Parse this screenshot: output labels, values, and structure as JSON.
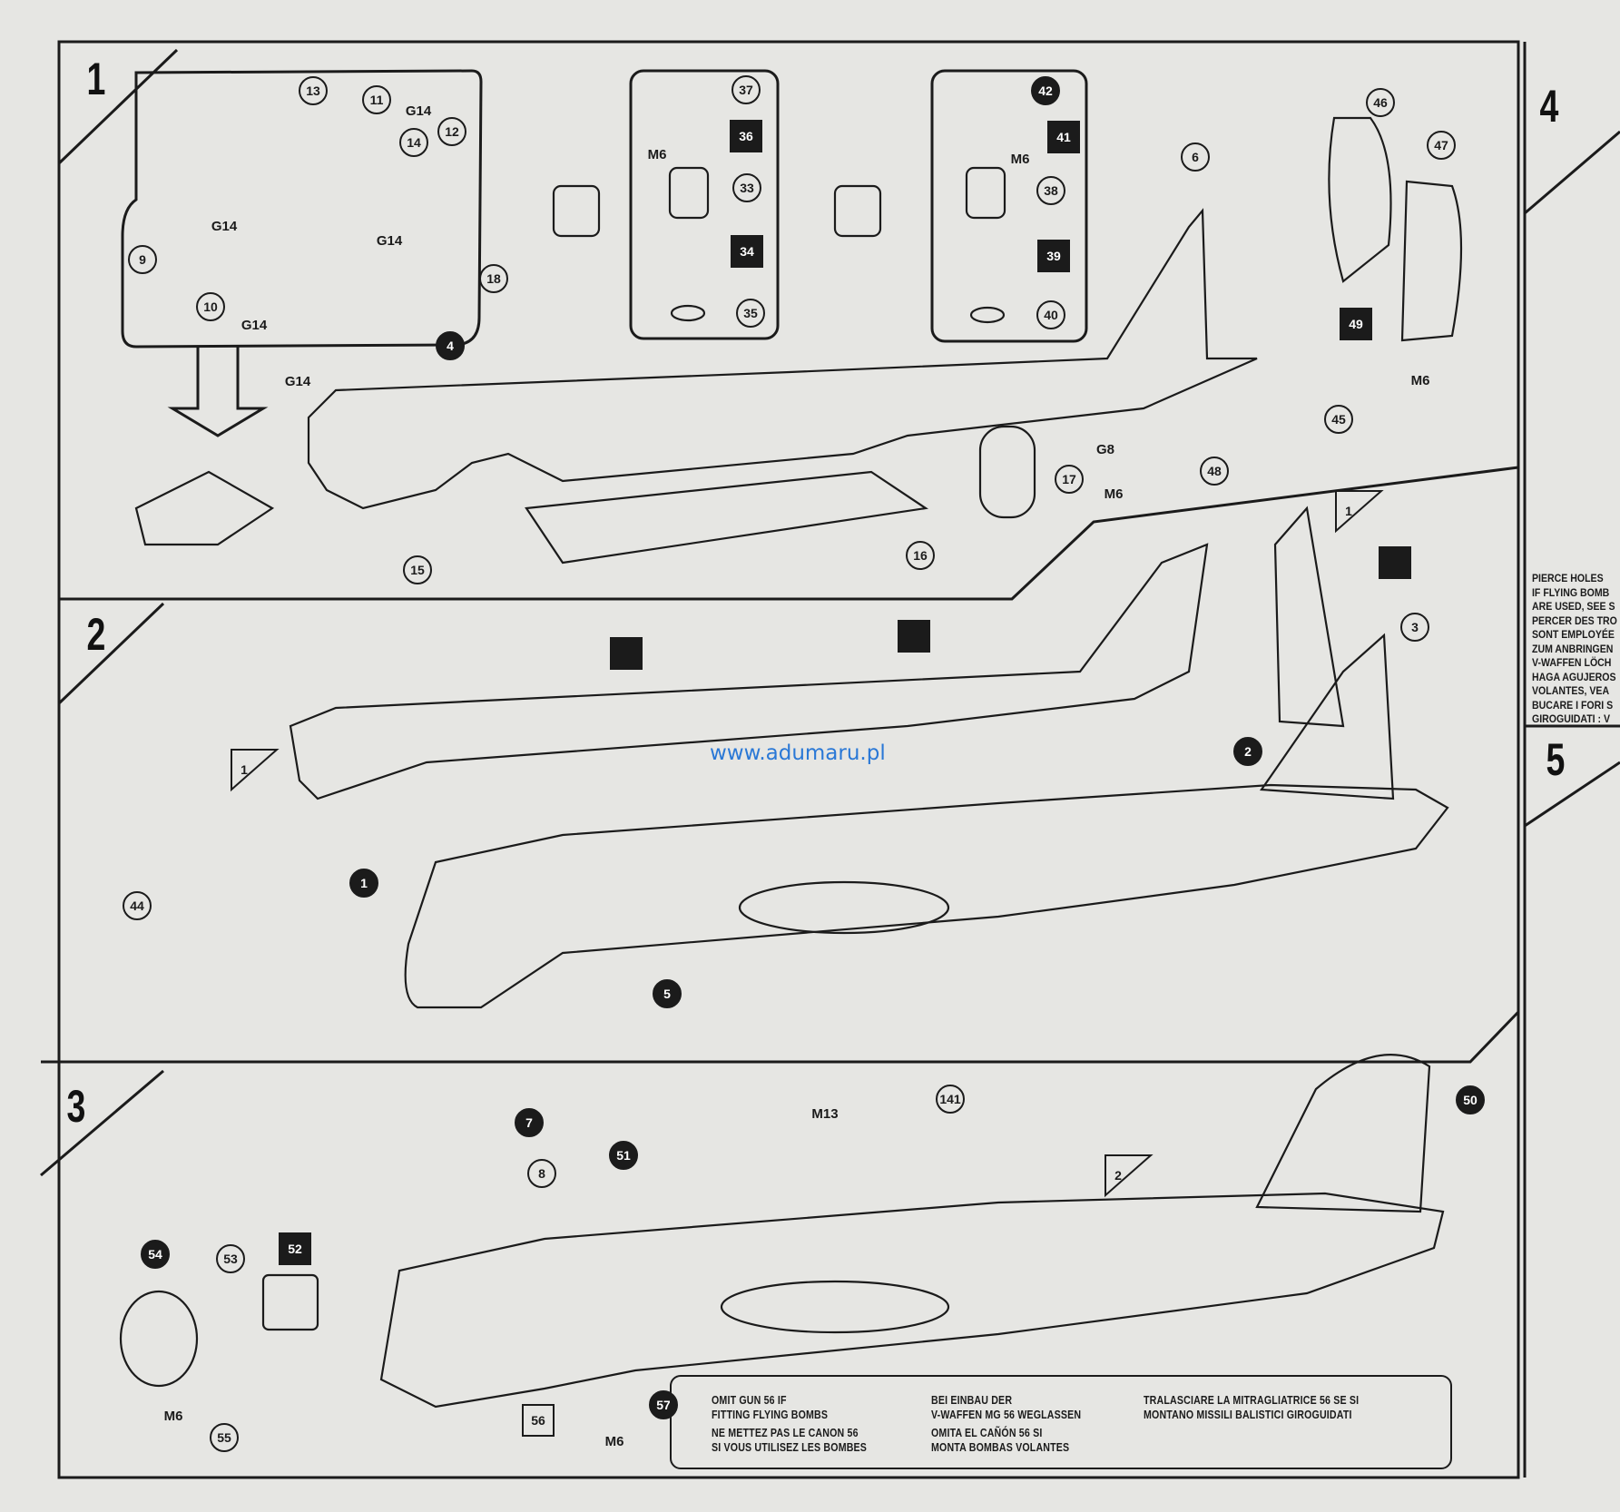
{
  "steps": [
    "1",
    "2",
    "3",
    "4",
    "5"
  ],
  "watermark": "www.adumaru.pl",
  "part_labels": [
    {
      "text": "13",
      "style": "circle"
    },
    {
      "text": "11",
      "style": "circle"
    },
    {
      "text": "G14",
      "style": "code"
    },
    {
      "text": "14",
      "style": "circle"
    },
    {
      "text": "12",
      "style": "circle"
    },
    {
      "text": "G14",
      "style": "code"
    },
    {
      "text": "9",
      "style": "circle"
    },
    {
      "text": "G14",
      "style": "code"
    },
    {
      "text": "10",
      "style": "circle"
    },
    {
      "text": "G14",
      "style": "code"
    },
    {
      "text": "18",
      "style": "circle"
    },
    {
      "text": "4",
      "style": "filled-circle"
    },
    {
      "text": "G14",
      "style": "code"
    },
    {
      "text": "37",
      "style": "circle"
    },
    {
      "text": "36",
      "style": "filled-square"
    },
    {
      "text": "M6",
      "style": "code"
    },
    {
      "text": "33",
      "style": "circle"
    },
    {
      "text": "34",
      "style": "filled-square"
    },
    {
      "text": "35",
      "style": "circle"
    },
    {
      "text": "42",
      "style": "filled-circle"
    },
    {
      "text": "41",
      "style": "filled-square"
    },
    {
      "text": "M6",
      "style": "code"
    },
    {
      "text": "38",
      "style": "circle"
    },
    {
      "text": "39",
      "style": "filled-square"
    },
    {
      "text": "40",
      "style": "circle"
    },
    {
      "text": "6",
      "style": "circle"
    },
    {
      "text": "46",
      "style": "circle"
    },
    {
      "text": "47",
      "style": "circle"
    },
    {
      "text": "49",
      "style": "filled-square"
    },
    {
      "text": "M6",
      "style": "code"
    },
    {
      "text": "45",
      "style": "circle"
    },
    {
      "text": "G8",
      "style": "code"
    },
    {
      "text": "48",
      "style": "circle"
    },
    {
      "text": "M6",
      "style": "code"
    },
    {
      "text": "17",
      "style": "circle"
    },
    {
      "text": "16",
      "style": "circle"
    },
    {
      "text": "15",
      "style": "circle"
    },
    {
      "text": "1",
      "style": "triangle"
    },
    {
      "text": "",
      "style": "filled-square"
    },
    {
      "text": "",
      "style": "filled-square"
    },
    {
      "text": "",
      "style": "filled-square"
    },
    {
      "text": "3",
      "style": "circle"
    },
    {
      "text": "2",
      "style": "filled-circle"
    },
    {
      "text": "1",
      "style": "triangle"
    },
    {
      "text": "44",
      "style": "circle"
    },
    {
      "text": "1",
      "style": "filled-circle"
    },
    {
      "text": "5",
      "style": "filled-circle"
    },
    {
      "text": "M13",
      "style": "code"
    },
    {
      "text": "141",
      "style": "circle"
    },
    {
      "text": "7",
      "style": "filled-circle"
    },
    {
      "text": "8",
      "style": "circle"
    },
    {
      "text": "51",
      "style": "filled-circle"
    },
    {
      "text": "2",
      "style": "triangle"
    },
    {
      "text": "50",
      "style": "filled-circle"
    },
    {
      "text": "54",
      "style": "filled-circle"
    },
    {
      "text": "53",
      "style": "circle"
    },
    {
      "text": "52",
      "style": "filled-square"
    },
    {
      "text": "57",
      "style": "filled-circle"
    },
    {
      "text": "56",
      "style": "box"
    },
    {
      "text": "M6",
      "style": "code"
    },
    {
      "text": "M6",
      "style": "code"
    },
    {
      "text": "55",
      "style": "circle"
    }
  ],
  "note_gun56": {
    "en": [
      "OMIT GUN 56 IF",
      "FITTING FLYING BOMBS"
    ],
    "fr": [
      "NE METTEZ PAS LE CANON 56",
      "SI VOUS UTILISEZ LES BOMBES"
    ],
    "de": [
      "BEI EINBAU DER",
      "V-WAFFEN MG 56 WEGLASSEN"
    ],
    "es": [
      "OMITA EL CAÑÓN 56 SI",
      "MONTA BOMBAS VOLANTES"
    ],
    "it": [
      "TRALASCIARE LA MITRAGLIATRICE 56 SE SI",
      "MONTANO MISSILI BALISTICI GIROGUIDATI"
    ]
  },
  "note_pierce": [
    "PIERCE HOLES",
    "IF FLYING BOMB",
    "ARE USED, SEE S",
    "PERCER DES TRO",
    "SONT EMPLOYÉE",
    "ZUM ANBRINGEN",
    "V-WAFFEN LÖCH",
    "HAGA AGUJEROS",
    "VOLANTES, VEA",
    "BUCARE I FORI S",
    "GIROGUIDATI : V"
  ],
  "colors": {
    "paper": "#e6e6e3",
    "ink": "#1b1b1b",
    "watermark": "#2a78d6"
  }
}
